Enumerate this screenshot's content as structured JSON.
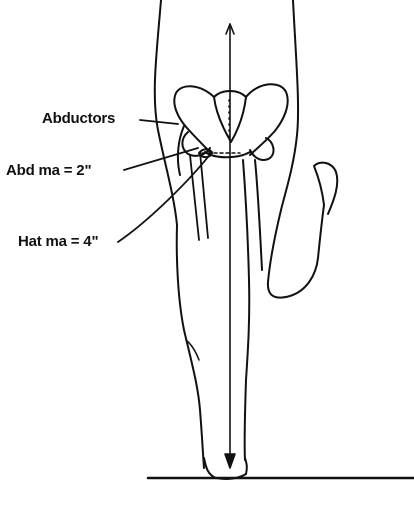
{
  "labels": {
    "abductors": "Abductors",
    "abd_ma": "Abd ma = 2\"",
    "hat_ma": "Hat ma = 4\""
  },
  "colors": {
    "ink": "#111111",
    "background": "#ffffff"
  }
}
